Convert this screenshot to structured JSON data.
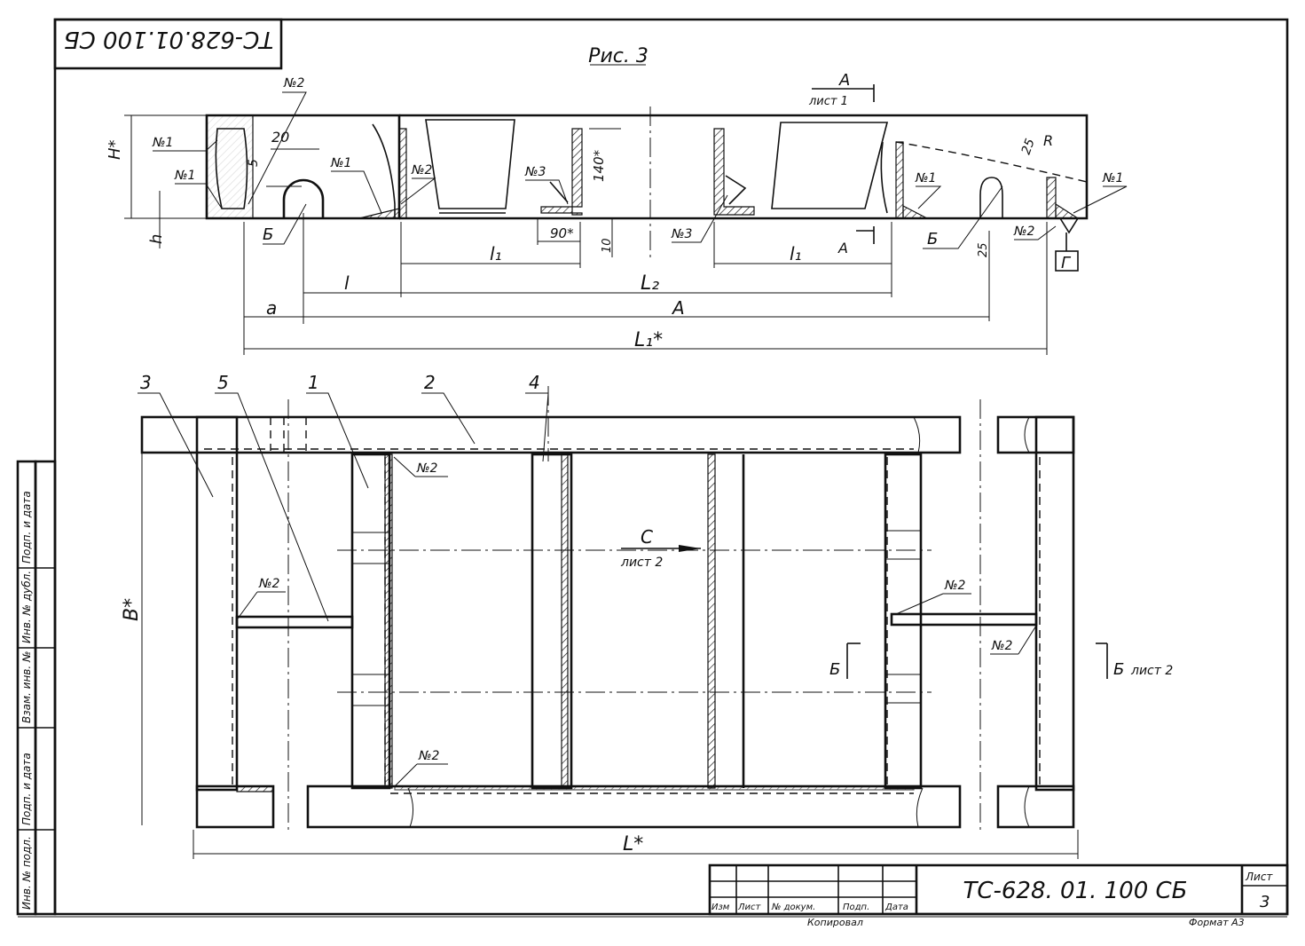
{
  "stamp_code": "ТС-628.01.100 СБ",
  "figure_title": "Рис. 3",
  "section_top": {
    "letter": "А",
    "sheet": "лист 1"
  },
  "section_c": {
    "letter": "С",
    "sheet": "лист 2"
  },
  "section_b": {
    "letter": "Б",
    "sheet": "лист 2"
  },
  "view_g": "Г",
  "weld_labels": {
    "n1": "№1",
    "n2": "№2",
    "n3": "№3"
  },
  "dimensions": {
    "H": "Н*",
    "h": "h",
    "dim20": "20",
    "dim5": "5",
    "dim140": "140*",
    "dim90": "90*",
    "dim10": "10",
    "dim25": "25",
    "dim25b": "25",
    "R": "R",
    "l1": "l₁",
    "l": "l",
    "l2": "L₂",
    "a": "a",
    "A": "А",
    "L1": "L₁*",
    "B": "В*",
    "L": "L*",
    "Bmark": "Б"
  },
  "positions": [
    "1",
    "2",
    "3",
    "4",
    "5"
  ],
  "side_stamp": [
    "Инв. № подл.",
    "Подп. и дата",
    "Взам. инв. №",
    "Инв. № дубл.",
    "Подп. и дата"
  ],
  "title_block": {
    "code": "ТС-628. 01. 100 СБ",
    "sheet_label": "Лист",
    "sheet_number": "3",
    "cols": [
      "Изм",
      "Лист",
      "№ докум.",
      "Подп.",
      "Дата"
    ],
    "copied": "Копировал",
    "format": "Формат А3"
  }
}
